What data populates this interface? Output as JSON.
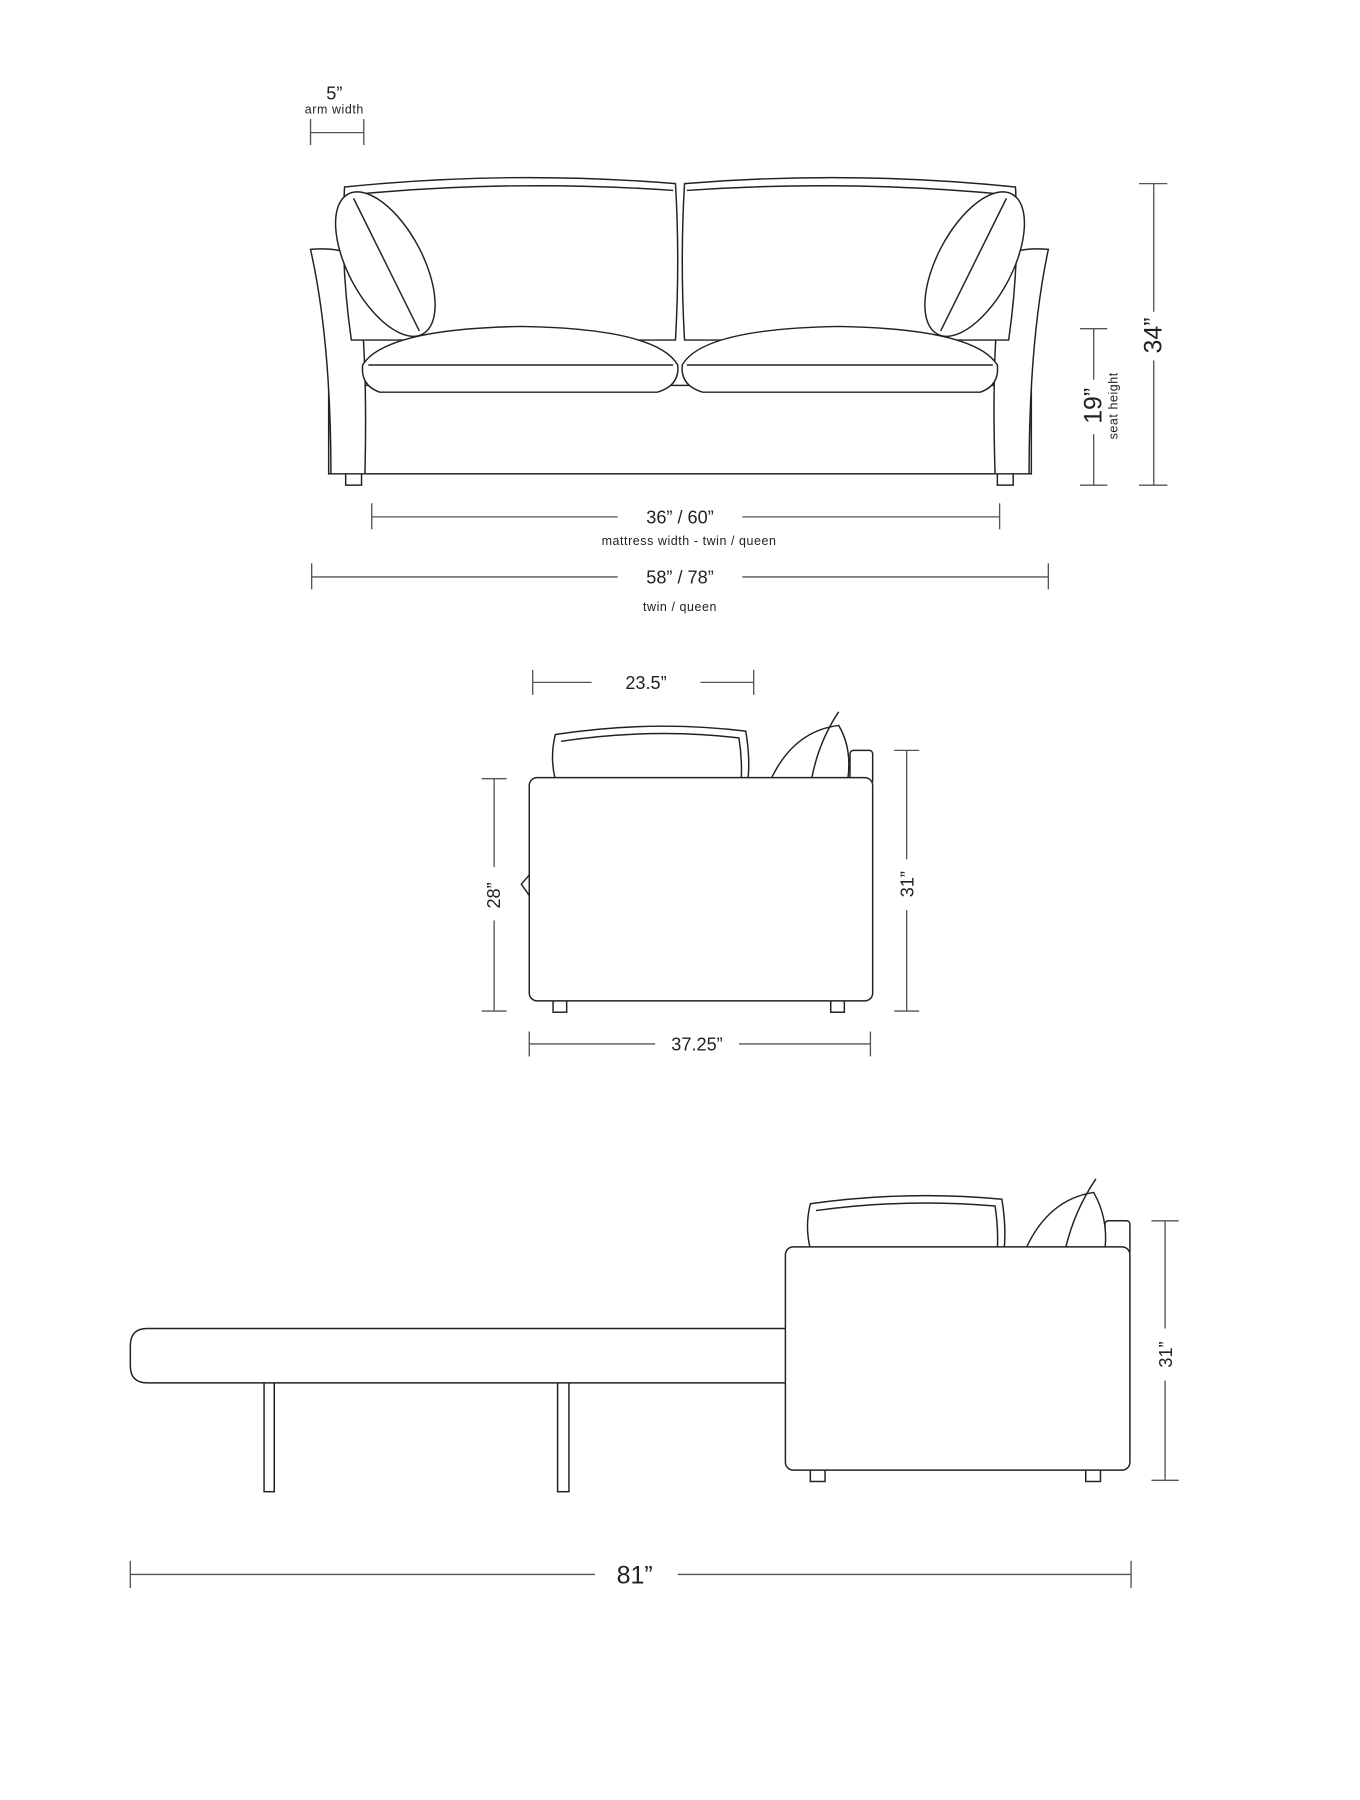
{
  "front_view": {
    "arm_width": {
      "value": "5”",
      "label": "arm width"
    },
    "height": {
      "value": "34”"
    },
    "seat_height": {
      "value": "19”",
      "label": "seat height"
    },
    "mattress_width": {
      "value": "36” / 60”",
      "label": "mattress width - twin / queen"
    },
    "overall_width": {
      "value": "58” / 78”",
      "label": "twin / queen"
    }
  },
  "side_view": {
    "seat_depth": {
      "value": "23.5”"
    },
    "arm_height": {
      "value": "28”"
    },
    "height": {
      "value": "31”"
    },
    "depth": {
      "value": "37.25”"
    }
  },
  "bed_view": {
    "height": {
      "value": "31”"
    },
    "length": {
      "value": "81”"
    }
  },
  "colors": {
    "line": "#222222",
    "dimension": "#555555",
    "background": "#ffffff"
  }
}
